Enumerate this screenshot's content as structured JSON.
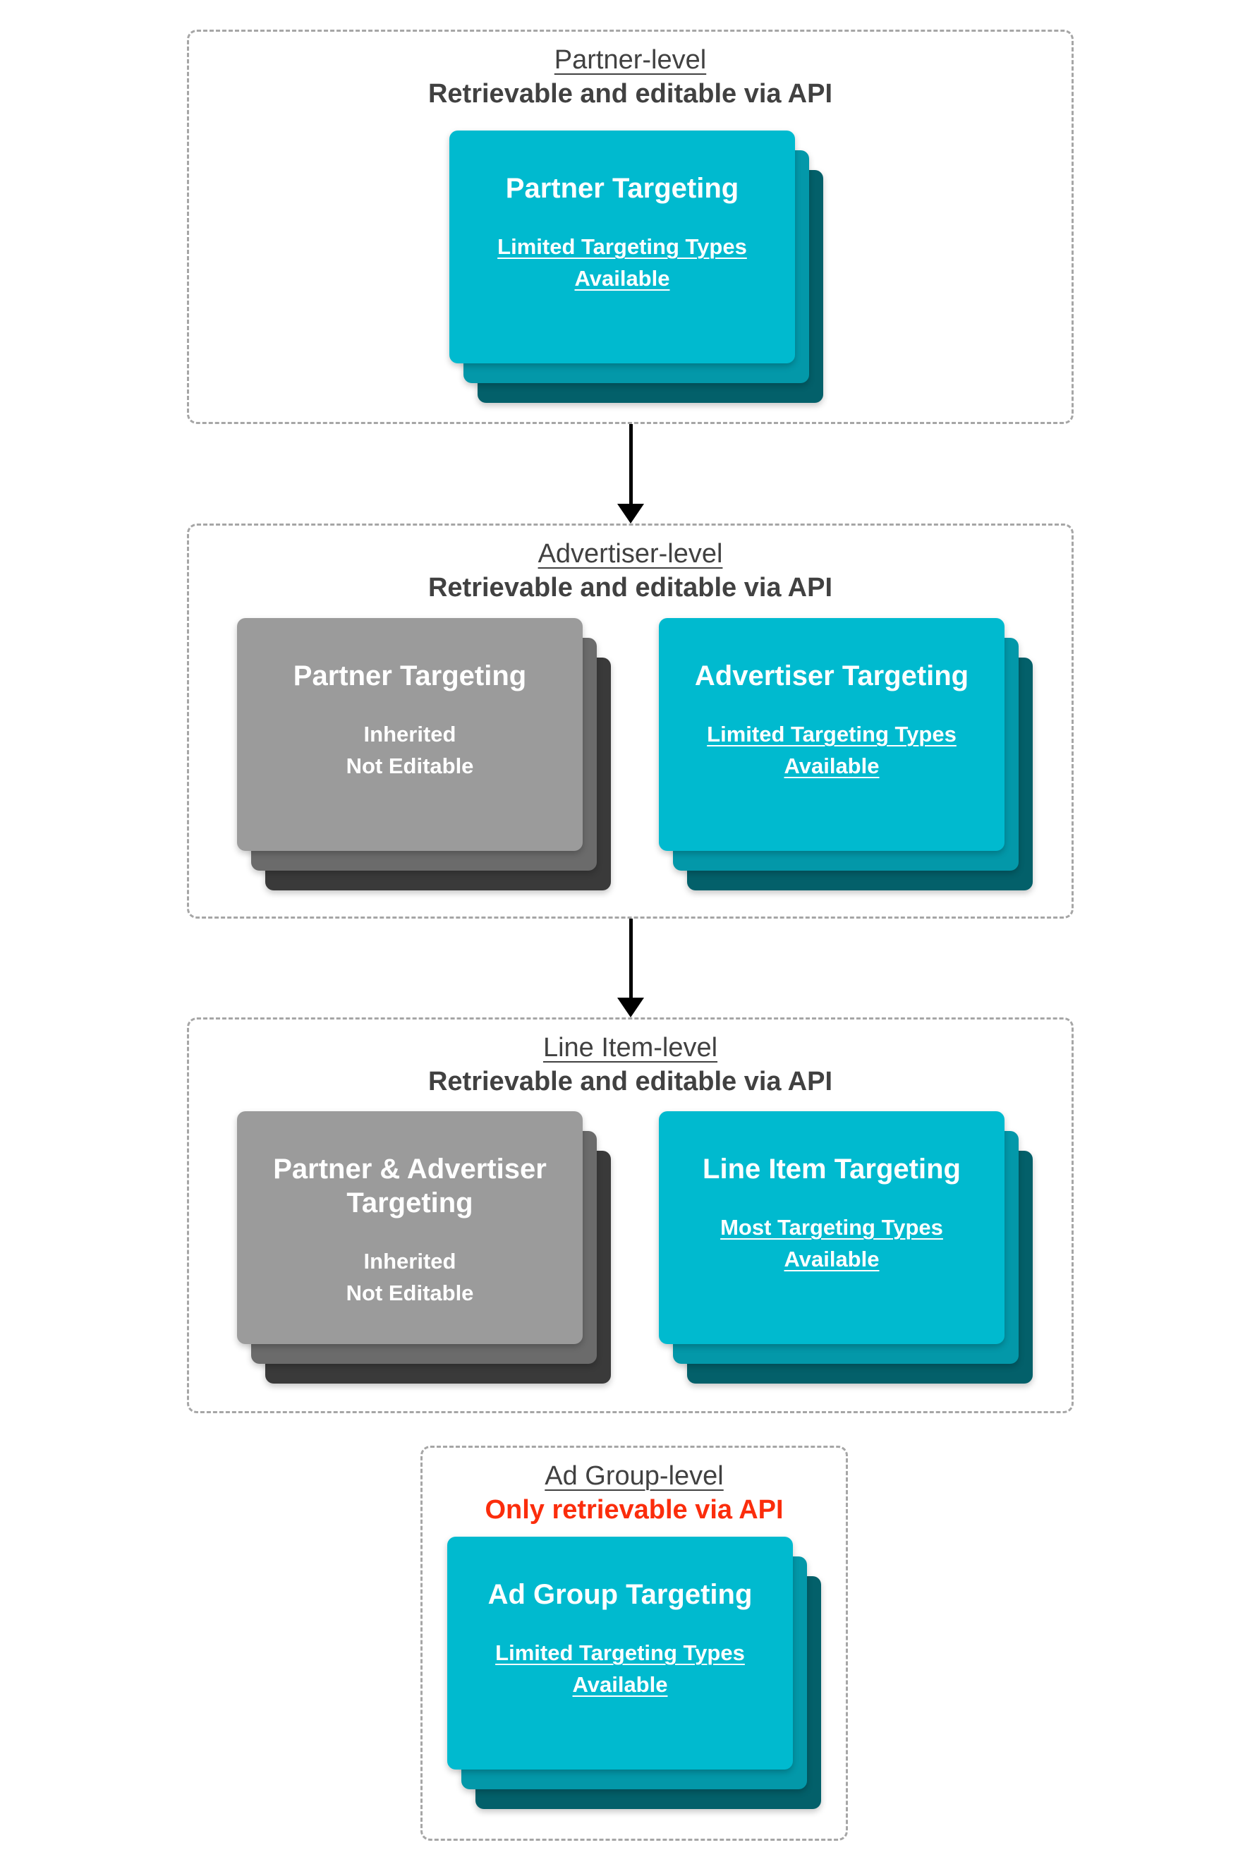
{
  "colors": {
    "card_cyan_front": "#00bacf",
    "card_cyan_mid": "#0398a9",
    "card_cyan_back": "#03606a",
    "card_gray_front": "#9b9b9b",
    "card_gray_mid": "#6b6b6b",
    "card_gray_back": "#3a3a3a",
    "heading_text": "#414141",
    "alert_red": "#fb2d0c",
    "card_text": "#ffffff",
    "dashed_border": "#a6a6a6",
    "arrow": "#000000"
  },
  "sections": [
    {
      "title": "Partner-level",
      "subtitle": "Retrievable and editable via API",
      "cards": [
        {
          "style": "cyan",
          "title": "Partner Targeting",
          "body": [
            "Limited Targeting Types",
            "Available"
          ]
        }
      ]
    },
    {
      "title": "Advertiser-level",
      "subtitle": "Retrievable and editable via API",
      "cards": [
        {
          "style": "gray",
          "title": "Partner Targeting",
          "body": [
            "Inherited",
            "Not Editable"
          ]
        },
        {
          "style": "cyan",
          "title": "Advertiser Targeting",
          "body": [
            "Limited Targeting Types",
            "Available"
          ]
        }
      ]
    },
    {
      "title": "Line Item-level",
      "subtitle": "Retrievable and editable via API",
      "cards": [
        {
          "style": "gray",
          "title": "Partner & Advertiser Targeting",
          "body": [
            "Inherited",
            "Not Editable"
          ]
        },
        {
          "style": "cyan",
          "title": "Line Item Targeting",
          "body": [
            "Most Targeting Types",
            "Available"
          ]
        }
      ]
    },
    {
      "title": "Ad Group-level",
      "subtitle": "Only retrievable via API",
      "subtitle_style": "red",
      "cards": [
        {
          "style": "cyan",
          "title": "Ad Group Targeting",
          "body": [
            "Limited Targeting Types",
            "Available"
          ]
        }
      ]
    }
  ]
}
